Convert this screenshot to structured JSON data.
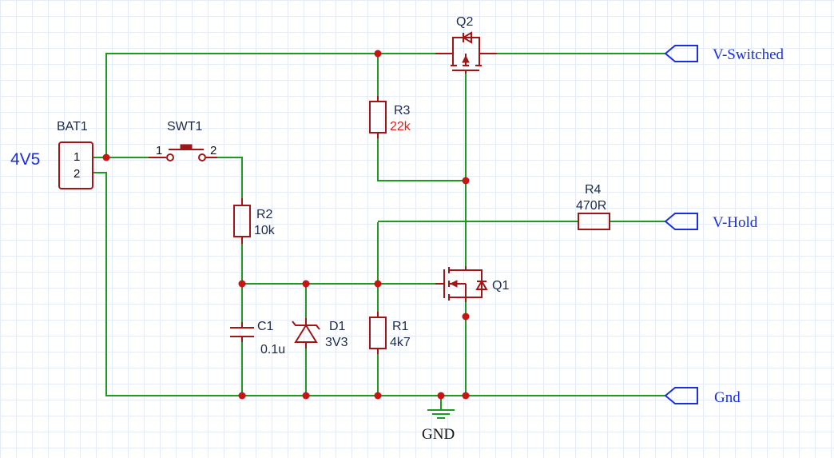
{
  "battery": {
    "designator": "BAT1",
    "voltage": "4V5",
    "pin1": "1",
    "pin2": "2"
  },
  "switch": {
    "designator": "SWT1",
    "pin1": "1",
    "pin2": "2"
  },
  "q2": {
    "designator": "Q2"
  },
  "q1": {
    "designator": "Q1"
  },
  "r1": {
    "designator": "R1",
    "value": "4k7"
  },
  "r2": {
    "designator": "R2",
    "value": "10k"
  },
  "r3": {
    "designator": "R3",
    "value": "22k"
  },
  "r4": {
    "designator": "R4",
    "value": "470R"
  },
  "c1": {
    "designator": "C1",
    "value": "0.1u"
  },
  "d1": {
    "designator": "D1",
    "value": "3V3"
  },
  "nets": {
    "v_switched": "V-Switched",
    "v_hold": "V-Hold",
    "gnd_port": "Gnd",
    "gnd_symbol": "GND"
  },
  "colors": {
    "wire": "#1f9a1f",
    "component": "#a31515",
    "junction": "#c81414",
    "net_port": "#1a2fe0",
    "value_highlight": "#e0231d"
  }
}
